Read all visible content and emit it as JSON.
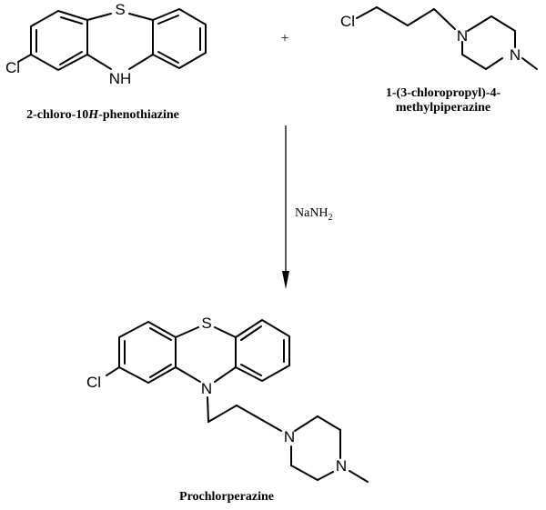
{
  "reactant_1": {
    "name_part_1": "2-chloro-10",
    "name_italic": "H",
    "name_part_2": "-phenothiazine",
    "atoms": {
      "sulfur": "S",
      "chlorine": "Cl",
      "amine": "NH"
    }
  },
  "plus_sign": "+",
  "reactant_2": {
    "name_line_1": "1-(3-chloropropyl)-4-",
    "name_line_2": "methylpiperazine",
    "atoms": {
      "chlorine": "Cl",
      "nitrogen_1": "N",
      "nitrogen_4": "N"
    }
  },
  "reagent": {
    "formula": "NaNH",
    "subscript": "2"
  },
  "product": {
    "name": "Prochlorperazine",
    "atoms": {
      "sulfur": "S",
      "chlorine": "Cl",
      "ring_nitrogen": "N",
      "piperazine_n1": "N",
      "piperazine_n4": "N"
    }
  }
}
